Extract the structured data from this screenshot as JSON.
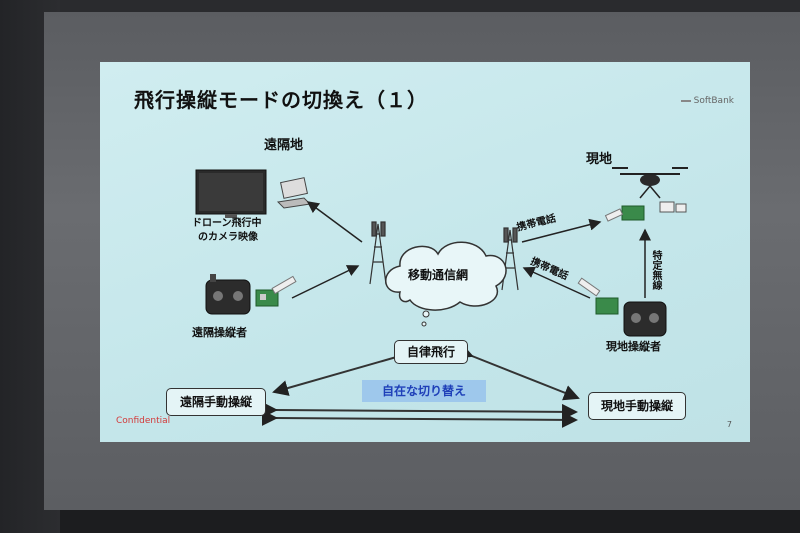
{
  "slide": {
    "title": "飛行操縦モードの切換え（１）",
    "brand": "SoftBank",
    "confidential": "Confidential",
    "page_number": "7"
  },
  "remote": {
    "heading": "遠隔地",
    "monitor_caption_line1": "ドローン飛行中",
    "monitor_caption_line2": "のカメラ映像",
    "operator_label": "遠隔操縦者"
  },
  "local": {
    "heading": "現地",
    "operator_label": "現地操縦者"
  },
  "network": {
    "cloud_label": "移動通信網",
    "link_label_top": "携帯電話",
    "link_label_bottom": "携帯電話",
    "vertical_link_label": "特定無線"
  },
  "modes": {
    "autonomous": "自律飛行",
    "remote_manual": "遠隔手動操縦",
    "local_manual": "現地手動操縦",
    "switch_caption": "自在な切り替え"
  }
}
